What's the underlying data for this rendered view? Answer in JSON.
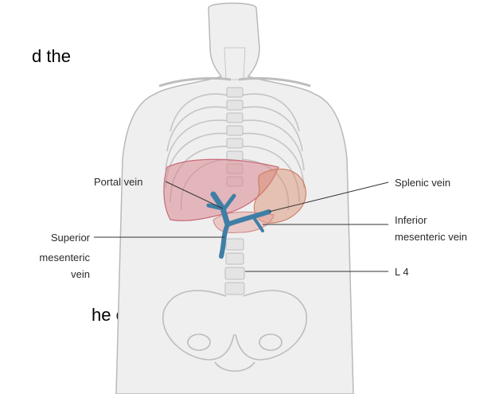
{
  "slide_text_fragments": [
    "d the",
    "he",
    "he cardia"
  ],
  "labels": {
    "portal_vein": "Portal vein",
    "superior_mesenteric_vein": [
      "Superior",
      "mesenteric",
      "vein"
    ],
    "splenic_vein": "Splenic vein",
    "inferior_mesenteric_vein": [
      "Inferior",
      "mesenteric vein"
    ],
    "l4": "L 4"
  },
  "colors": {
    "vein": "#3f7fa6",
    "liver": "#d9868f",
    "spleen": "#d98a6a",
    "body_outline": "#b9b9b9",
    "body_fill": "#efefef"
  }
}
